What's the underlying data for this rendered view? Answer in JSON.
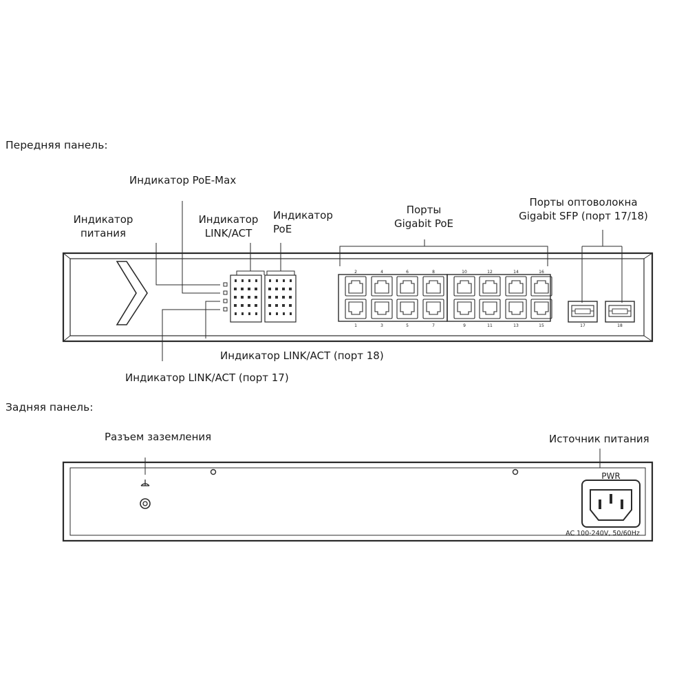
{
  "front": {
    "heading": "Передняя панель:",
    "labels": {
      "poe_max": "Индикатор PoE-Max",
      "power_l1": "Индикатор",
      "power_l2": "питания",
      "link_l1": "Индикатор",
      "link_l2": "LINK/ACT",
      "poe_l1": "Индикатор",
      "poe_l2": "PoE",
      "ports_l1": "Порты",
      "ports_l2": "Gigabit PoE",
      "sfp_l1": "Порты оптоволокна",
      "sfp_l2": "Gigabit SFP (порт 17/18)",
      "link18": "Индикатор LINK/ACT (порт 18)",
      "link17": "Индикатор LINK/ACT (порт 17)"
    },
    "port_numbers_top": [
      "2",
      "4",
      "6",
      "8",
      "10",
      "12",
      "14",
      "16"
    ],
    "port_numbers_bottom": [
      "1",
      "3",
      "5",
      "7",
      "9",
      "11",
      "13",
      "15"
    ],
    "sfp_numbers": [
      "17",
      "18"
    ]
  },
  "rear": {
    "heading": "Задняя панель:",
    "labels": {
      "ground": "Разъем заземления",
      "power": "Источник питания"
    },
    "pwr": "PWR",
    "rating": "AC 100-240V, 50/60Hz"
  }
}
